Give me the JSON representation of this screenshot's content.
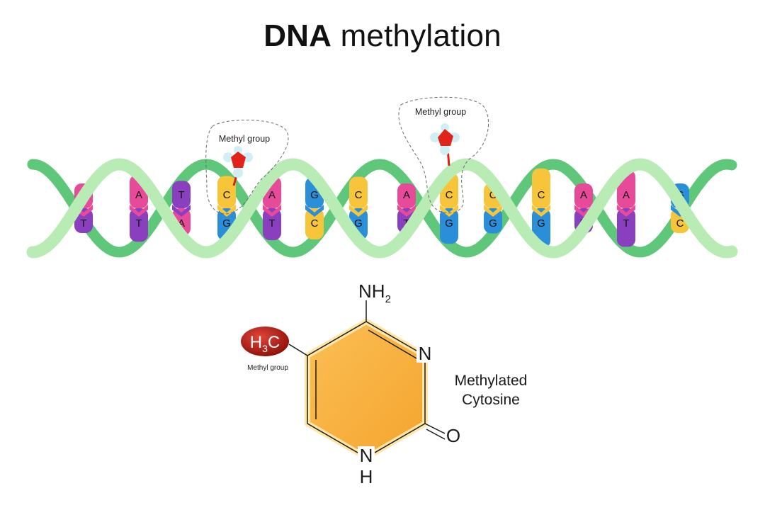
{
  "title": {
    "bold": "DNA",
    "rest": "methylation"
  },
  "helix": {
    "methyl_label_left": "Methyl group",
    "methyl_label_right": "Methyl group",
    "base_pairs": [
      {
        "top": "A",
        "bottom": "T",
        "top_color": "#e84a9a",
        "bottom_color": "#8a3fbf"
      },
      {
        "top": "A",
        "bottom": "T",
        "top_color": "#e84a9a",
        "bottom_color": "#8a3fbf"
      },
      {
        "top": "T",
        "bottom": "A",
        "top_color": "#8a3fbf",
        "bottom_color": "#e84a9a"
      },
      {
        "top": "C",
        "bottom": "G",
        "top_color": "#f7c53a",
        "bottom_color": "#2a8fd8"
      },
      {
        "top": "A",
        "bottom": "T",
        "top_color": "#e84a9a",
        "bottom_color": "#8a3fbf"
      },
      {
        "top": "G",
        "bottom": "C",
        "top_color": "#2a8fd8",
        "bottom_color": "#f7c53a"
      },
      {
        "top": "C",
        "bottom": "G",
        "top_color": "#f7c53a",
        "bottom_color": "#2a8fd8"
      },
      {
        "top": "A",
        "bottom": "T",
        "top_color": "#e84a9a",
        "bottom_color": "#8a3fbf"
      },
      {
        "top": "C",
        "bottom": "G",
        "top_color": "#f7c53a",
        "bottom_color": "#2a8fd8"
      },
      {
        "top": "C",
        "bottom": "G",
        "top_color": "#f7c53a",
        "bottom_color": "#2a8fd8"
      },
      {
        "top": "C",
        "bottom": "G",
        "top_color": "#f7c53a",
        "bottom_color": "#2a8fd8"
      },
      {
        "top": "A",
        "bottom": "T",
        "top_color": "#e84a9a",
        "bottom_color": "#8a3fbf"
      },
      {
        "top": "A",
        "bottom": "T",
        "top_color": "#e84a9a",
        "bottom_color": "#8a3fbf"
      },
      {
        "top": "G",
        "bottom": "C",
        "top_color": "#2a8fd8",
        "bottom_color": "#f7c53a"
      }
    ],
    "backbone_light": "#b8ecb4",
    "backbone_dark": "#5fc779"
  },
  "molecule": {
    "amine": "NH",
    "amine_sub": "2",
    "ring_n": "N",
    "oxygen": "O",
    "nh_n": "N",
    "nh_h": "H",
    "methyl_h": "H",
    "methyl_sub": "3",
    "methyl_c": "C",
    "methyl_caption": "Methyl group",
    "name_line1": "Methylated",
    "name_line2": "Cytosine",
    "ring_color": "#f9b23c",
    "methyl_color": "#b2180e"
  }
}
